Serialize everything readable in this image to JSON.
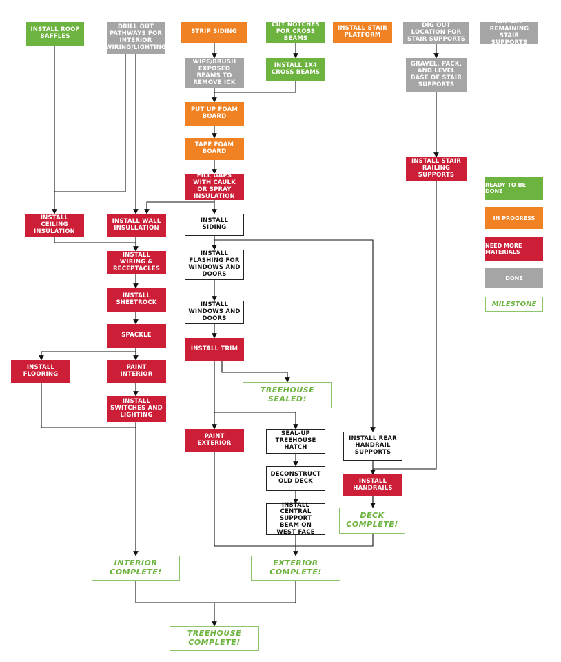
{
  "colors": {
    "ready": "#6db33f",
    "progress": "#f08223",
    "materials": "#cc1f37",
    "done": "#a5a5a5",
    "milestone": "#6db33f",
    "line": "#111111"
  },
  "nodes": {
    "roof_baffles": "INSTALL ROOF BAFFLES",
    "drill_pathways": "DRILL OUT PATHWAYS FOR INTERIOR WIRING/LIGHTING",
    "strip_siding": "STRIP SIDING",
    "cut_notches": "CUT NOTCHES FOR CROSS BEAMS",
    "stair_platform": "INSTALL STAIR PLATFORM",
    "dig_location": "DIG OUT LOCATION FOR STAIR SUPPORTS",
    "remaining_supports": "INSTALL REMAINING STAIR SUPPORTS",
    "wipe_beams": "WIPE/BRUSH EXPOSED BEAMS TO REMOVE ICK",
    "cross_beams": "INSTALL 1X4 CROSS BEAMS",
    "gravel_pack": "GRAVEL, PACK, AND LEVEL BASE OF STAIR SUPPORTS",
    "foam_board": "PUT UP FOAM BOARD",
    "tape_foam": "TAPE FOAM BOARD",
    "stair_railing": "INSTALL STAIR RAILING SUPPORTS",
    "fill_gaps": "FILL GAPS WITH CAULK OR SPRAY INSULATION",
    "ceiling_insulation": "INSTALL CEILING INSULATION",
    "wall_insulation": "INSTALL WALL INSULLATION",
    "install_siding": "INSTALL SIDING",
    "wiring": "INSTALL WIRING & RECEPTACLES",
    "flashing": "INSTALL FLASHING FOR WINDOWS AND DOORS",
    "sheetrock": "INSTALL SHEETROCK",
    "windows_doors": "INSTALL WINDOWS AND DOORS",
    "spackle": "SPACKLE",
    "trim": "INSTALL TRIM",
    "flooring": "INSTALL FLOORING",
    "paint_interior": "PAINT INTERIOR",
    "treehouse_sealed": "TREEHOUSE SEALED!",
    "switches": "INSTALL SWITCHES AND LIGHTING",
    "paint_exterior": "PAINT EXTERIOR",
    "seal_hatch": "SEAL-UP TREEHOUSE HATCH",
    "rear_handrail": "INSTALL REAR HANDRAIL SUPPORTS",
    "deconstruct_deck": "DECONSTRUCT OLD DECK",
    "handrails": "INSTALL HANDRAILS",
    "central_beam": "INSTALL CENTRAL SUPPORT BEAM ON WEST FACE",
    "deck_complete": "DECK COMPLETE!",
    "interior_complete": "INTERIOR COMPLETE!",
    "exterior_complete": "EXTERIOR COMPLETE!",
    "treehouse_complete": "TREEHOUSE COMPLETE!"
  },
  "legend": {
    "ready": "READY TO BE DONE",
    "progress": "IN PROGRESS",
    "materials": "NEED MORE MATERIALS",
    "done": "DONE",
    "milestone": "MILESTONE"
  }
}
